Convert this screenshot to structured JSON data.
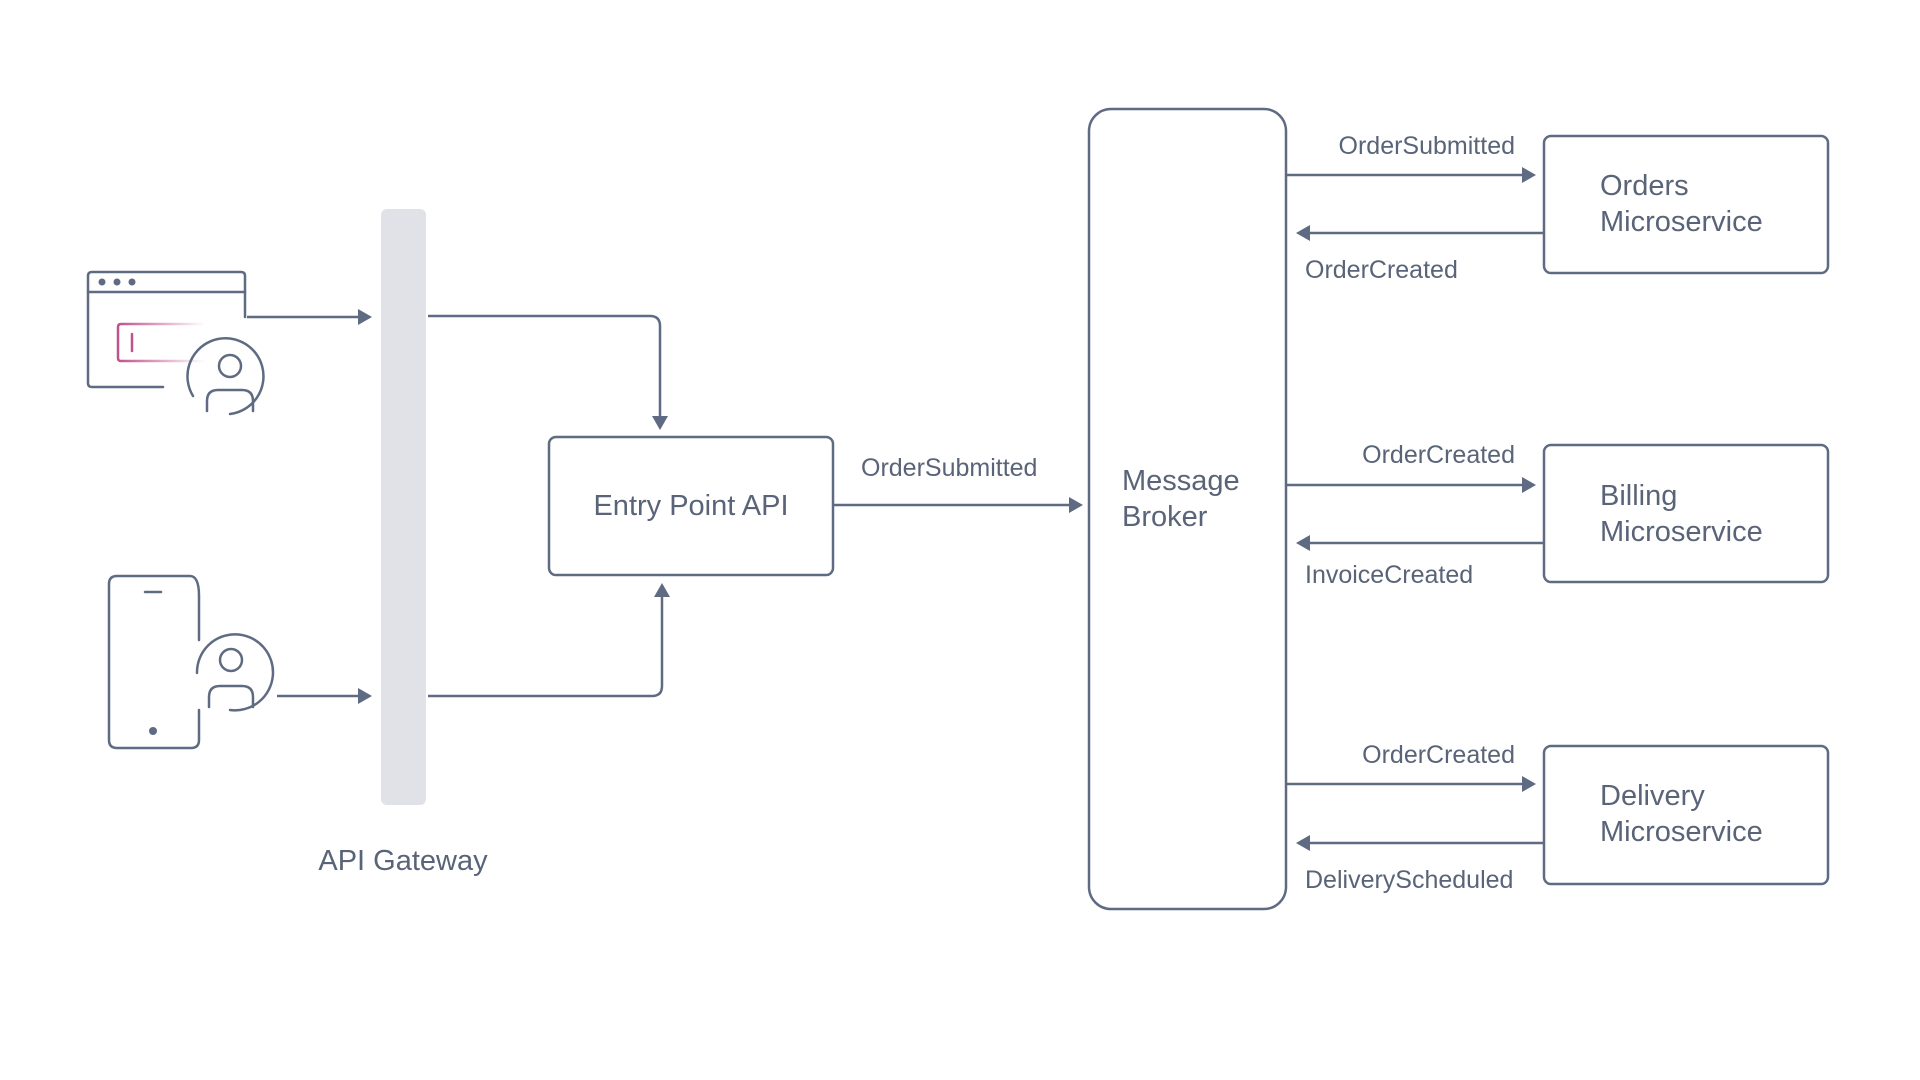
{
  "colors": {
    "stroke": "#5f6b82",
    "gateway_fill": "#e1e2e7",
    "accent_pink": "#c0528e",
    "text": "#5a6478",
    "background": "#ffffff"
  },
  "icons": {
    "web_client": "browser-window-with-user-icon",
    "mobile_client": "mobile-phone-with-user-icon"
  },
  "gateway": {
    "label": "API Gateway"
  },
  "entry": {
    "label": "Entry Point API",
    "out_label": "OrderSubmitted"
  },
  "broker": {
    "line1": "Message",
    "line2": "Broker"
  },
  "services": {
    "orders": {
      "line1": "Orders",
      "line2": "Microservice",
      "in_event": "OrderSubmitted",
      "out_event": "OrderCreated"
    },
    "billing": {
      "line1": "Billing",
      "line2": "Microservice",
      "in_event": "OrderCreated",
      "out_event": "InvoiceCreated"
    },
    "delivery": {
      "line1": "Delivery",
      "line2": "Microservice",
      "in_event": "OrderCreated",
      "out_event": "DeliveryScheduled"
    }
  }
}
